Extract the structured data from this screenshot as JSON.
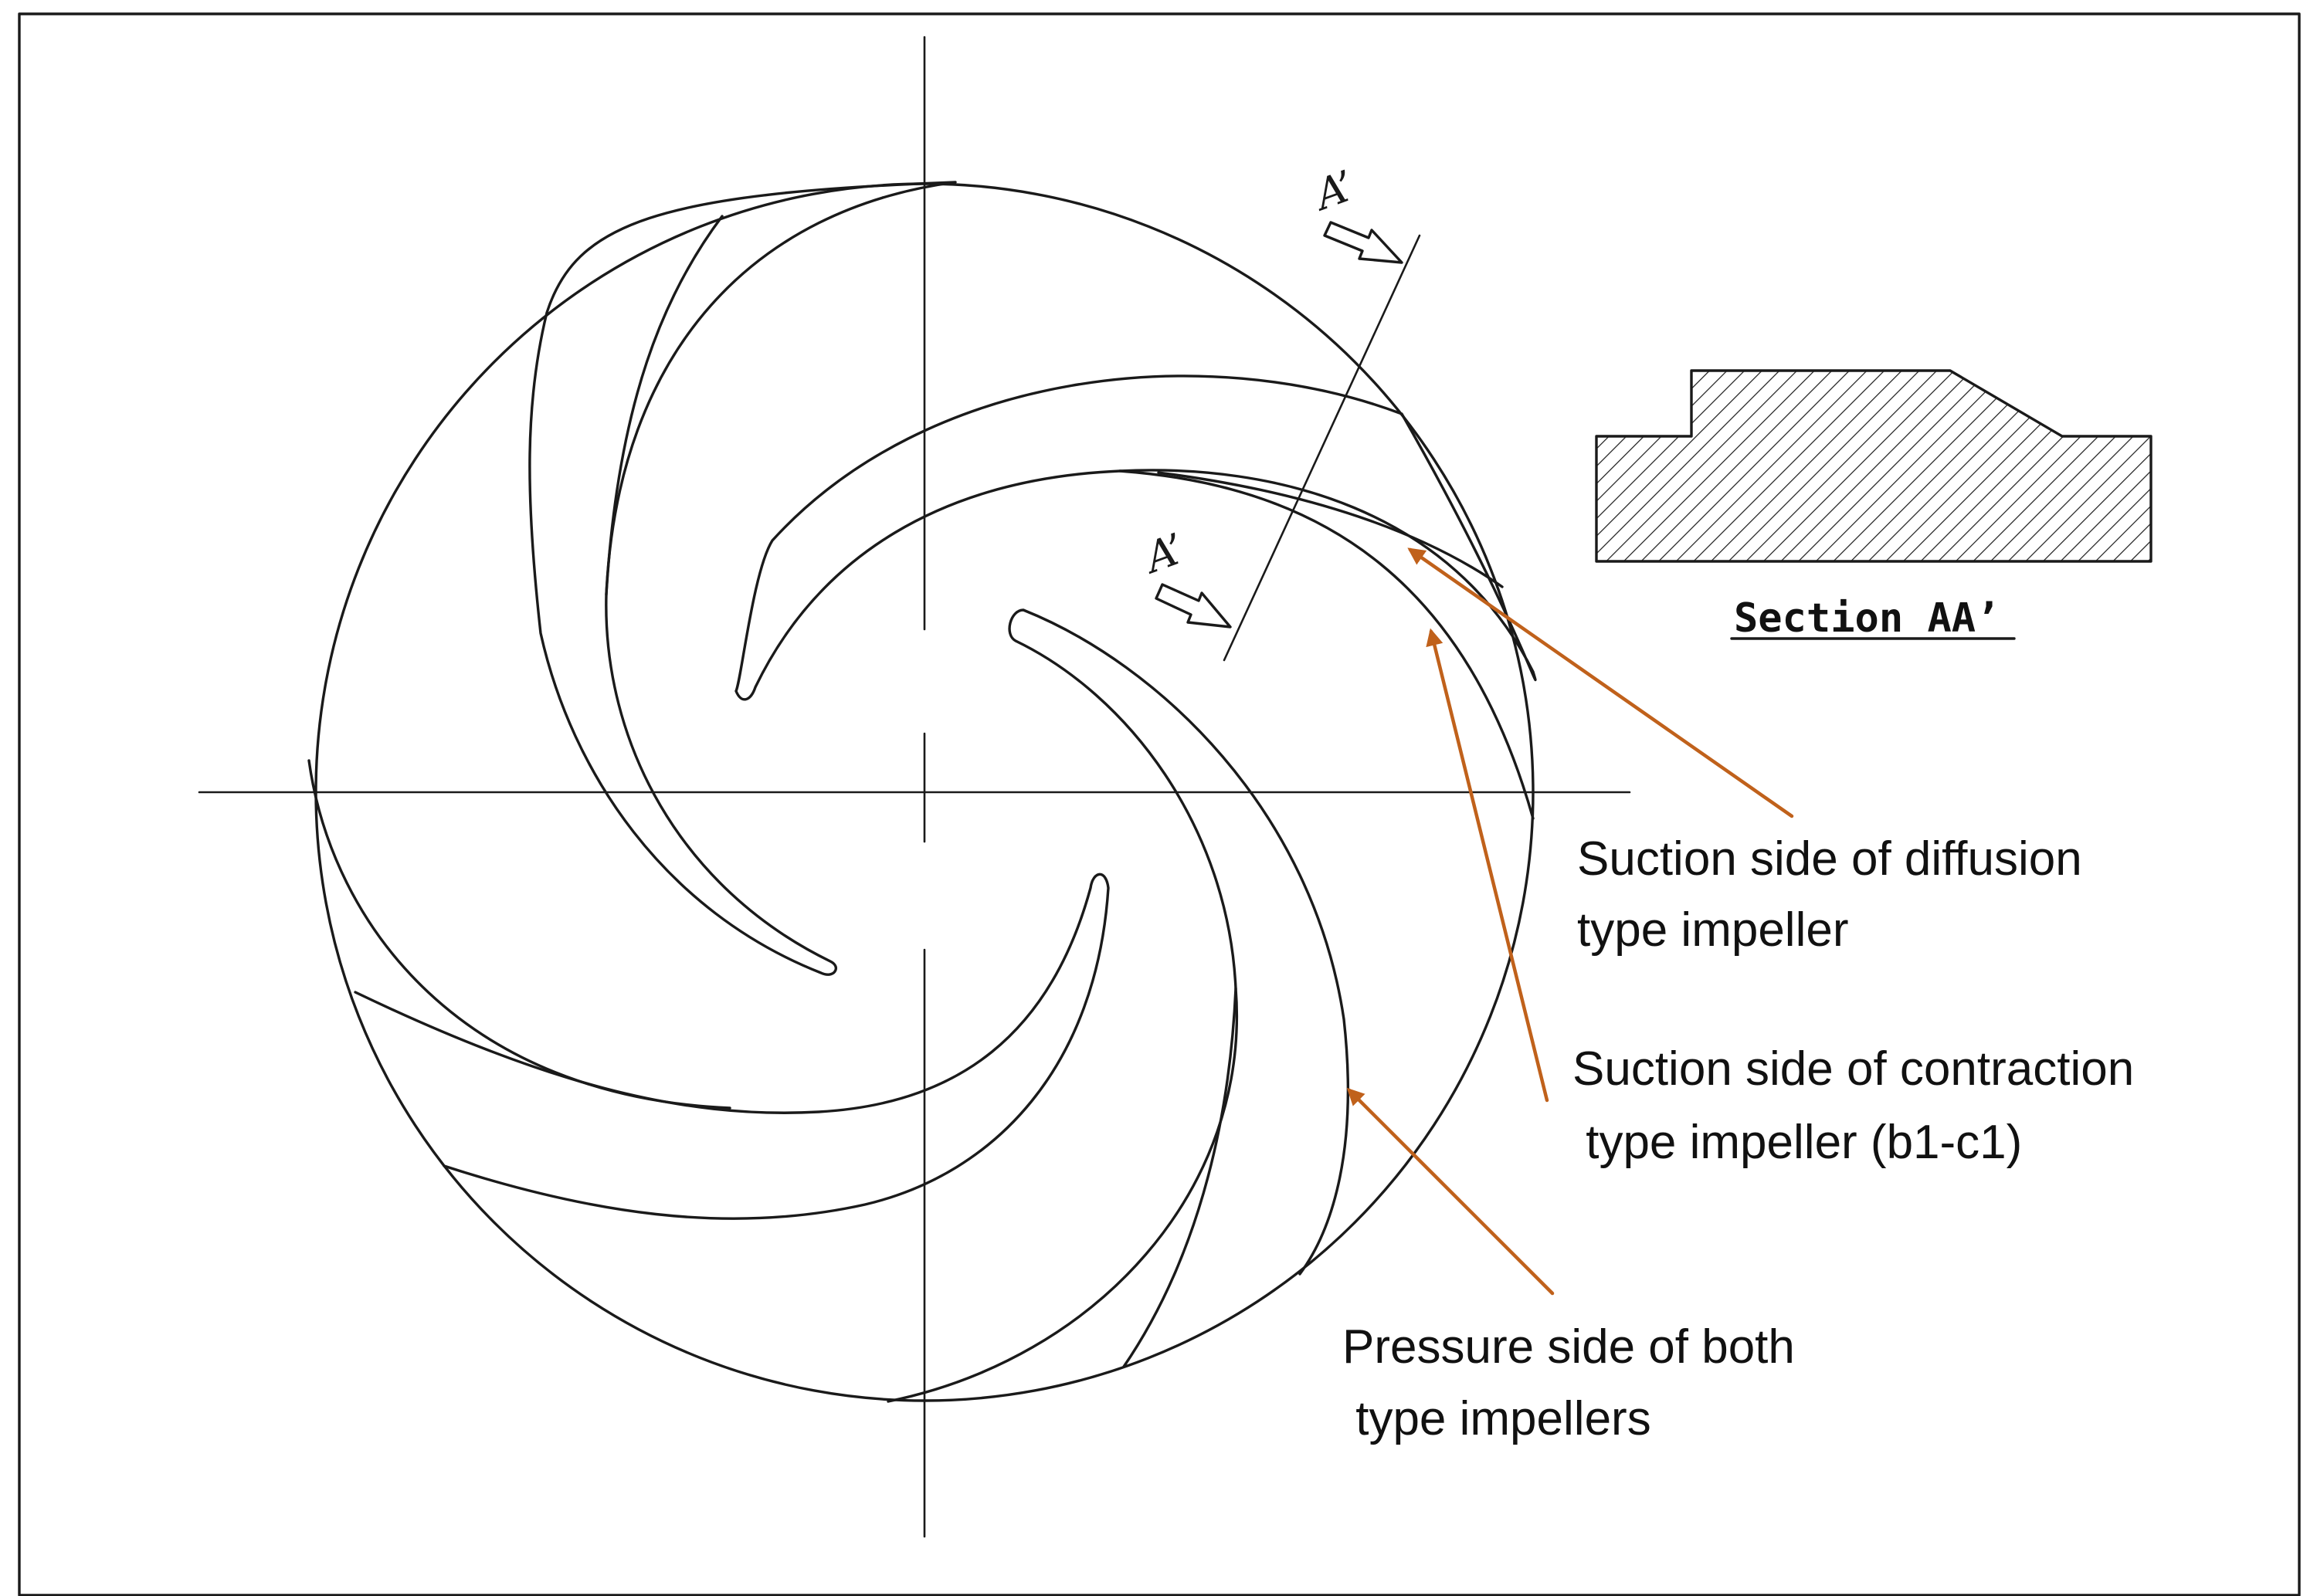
{
  "labels": {
    "suction_diffusion": [
      "Suction side of diffusion",
      "type impeller"
    ],
    "suction_contraction": [
      "Suction side of contraction",
      " type impeller (b1-c1)"
    ],
    "pressure_both": [
      "Pressure side of both",
      " type impellers"
    ]
  },
  "section": {
    "title": "Section AA’",
    "mark_top": "A’",
    "mark_bottom": "A’"
  },
  "colors": {
    "callout": "#c0611b",
    "ink": "#1a1a1a"
  }
}
